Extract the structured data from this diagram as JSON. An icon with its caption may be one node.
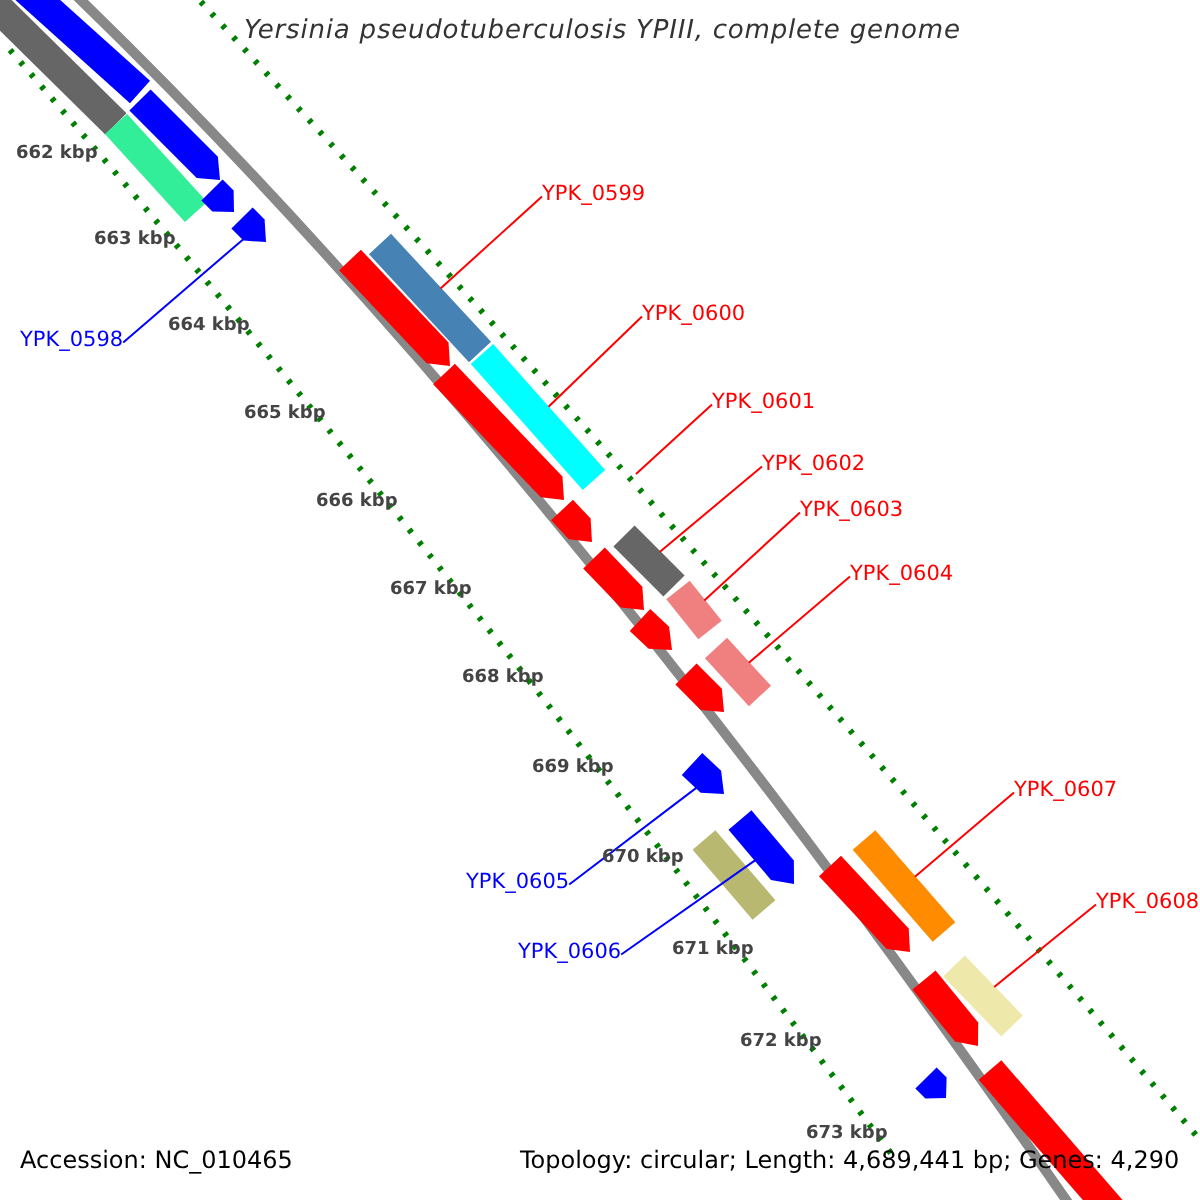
{
  "diagram": {
    "title": "Yersinia pseudotuberculosis YPIII, complete genome",
    "nodes": [
      {
        "text": [
          "YPK_0599"
        ]
      },
      {
        "text": [
          "YPK_0600"
        ]
      },
      {
        "text": [
          "YPK_0601"
        ]
      },
      {
        "text": [
          "YPK_0602"
        ]
      },
      {
        "text": [
          "YPK_0603"
        ]
      },
      {
        "text": [
          "YPK_0604"
        ]
      },
      {
        "text": [
          "YPK_0607"
        ]
      },
      {
        "text": [
          "YPK_0608"
        ]
      },
      {
        "text": [
          "YPK_0598"
        ]
      },
      {
        "text": [
          "YPK_0605"
        ]
      },
      {
        "text": [
          "YPK_0606"
        ]
      },
      {
        "text": [],
        "shape": "bar"
      },
      {
        "text": [],
        "shape": "bar"
      },
      {
        "text": [],
        "shape": "bar"
      },
      {
        "text": [],
        "shape": "bar"
      },
      {
        "text": [],
        "shape": "bar"
      },
      {
        "text": [],
        "shape": "bar"
      },
      {
        "text": [],
        "shape": "bar"
      },
      {
        "text": [],
        "shape": "bar"
      },
      {
        "text": [],
        "shape": "bar"
      },
      {
        "text": [],
        "shape": "bar"
      },
      {
        "text": [],
        "shape": "bar"
      },
      {
        "text": [],
        "shape": "bar"
      },
      {
        "text": [],
        "shape": "bar"
      },
      {
        "text": [],
        "shape": "bar"
      },
      {
        "text": [],
        "shape": "bar"
      },
      {
        "text": [],
        "shape": "bar"
      },
      {
        "text": [],
        "shape": "bar"
      },
      {
        "text": [],
        "shape": "bar"
      },
      {
        "text": [],
        "shape": "bar"
      },
      {
        "text": [],
        "shape": "bar"
      },
      {
        "text": [],
        "shape": "bar"
      },
      {
        "text": [],
        "shape": "bar"
      },
      {
        "text": [],
        "shape": "bar"
      },
      {
        "text": [],
        "shape": "bar"
      },
      {
        "text": [],
        "shape": "bar"
      },
      {
        "text": [],
        "shape": "bar"
      }
    ],
    "edges": [
      {
        "from": 0,
        "to": 11,
        "arrow": "none"
      },
      {
        "from": 1,
        "to": 12,
        "arrow": "none"
      },
      {
        "from": 2,
        "to": null,
        "arrow": "none"
      },
      {
        "from": 3,
        "to": 13,
        "arrow": "none"
      },
      {
        "from": 4,
        "to": 14,
        "arrow": "none"
      },
      {
        "from": 5,
        "to": 15,
        "arrow": "none"
      },
      {
        "from": 6,
        "to": 16,
        "arrow": "none"
      },
      {
        "from": 7,
        "to": 17,
        "arrow": "none"
      },
      {
        "from": 8,
        "to": 18,
        "arrow": "none",
        "color": "#0000ff"
      },
      {
        "from": 9,
        "to": 19,
        "arrow": "none",
        "color": "#0000ff"
      },
      {
        "from": 10,
        "to": 20,
        "arrow": "none",
        "color": "#0000ff"
      }
    ],
    "labels": [
      "662 kbp",
      "663 kbp",
      "664 kbp",
      "665 kbp",
      "666 kbp",
      "667 kbp",
      "668 kbp",
      "669 kbp",
      "670 kbp",
      "671 kbp",
      "672 kbp",
      "673 kbp",
      "Accession: NC_010465",
      "Topology: circular; Length: 4,689,441 bp; Genes: 4,290"
    ]
  }
}
